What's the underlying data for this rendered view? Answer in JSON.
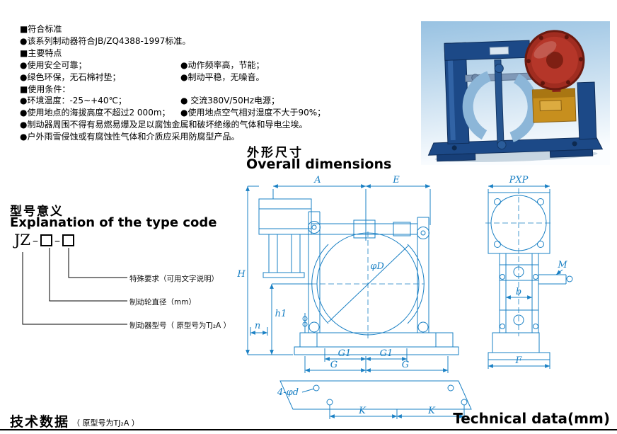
{
  "features": {
    "items": [
      {
        "c1": "■符合标准",
        "c2": ""
      },
      {
        "c1": "●该系列制动器符合JB/ZQ4388-1997标准。",
        "c2": ""
      },
      {
        "c1": "■主要特点",
        "c2": ""
      },
      {
        "c1": "●使用安全可靠；",
        "c2": "●动作频率高，节能；"
      },
      {
        "c1": "●绿色环保，无石棉衬垫；",
        "c2": "●制动平稳，无噪音。"
      },
      {
        "c1": "■使用条件：",
        "c2": ""
      },
      {
        "c1": "●环境温度：-25~+40℃；",
        "c2": "● 交流380V/50Hz电源；"
      },
      {
        "c1": "●使用地点的海拔高度不超过2 000m；",
        "c2": "●使用地点空气相对湿度不大于90%；"
      },
      {
        "c1": "●制动器周围不得有易燃易爆及足以腐蚀金属和破坏绝缘的气体和导电尘埃。",
        "c2": ""
      },
      {
        "c1": "●户外雨雪侵蚀或有腐蚀性气体和介质应采用防腐型产品。",
        "c2": ""
      }
    ]
  },
  "overall": {
    "zh": "外形尺寸",
    "en": "Overall dimensions"
  },
  "type_code": {
    "zh": "型号意义",
    "en": "Explanation of the type code",
    "prefix": "JZ",
    "dash": "–",
    "labels": [
      "特殊要求（可用文字说明）",
      "制动轮直径（mm）",
      "制动器型号（ 原型号为TJ₂A ）"
    ]
  },
  "drawing": {
    "front": {
      "A": "A",
      "E": "E",
      "H": "H",
      "h1": "h1",
      "n": "n",
      "phiD": "φD",
      "G1": "G1",
      "G": "G",
      "K": "K",
      "holes": "4-φd"
    },
    "side": {
      "PXP": "PXP",
      "M": "M",
      "b": "b",
      "F": "F"
    }
  },
  "footer": {
    "zh": "技术数据",
    "note": "（ 原型号为TJ₂A ）",
    "en": "Technical data(mm)"
  }
}
